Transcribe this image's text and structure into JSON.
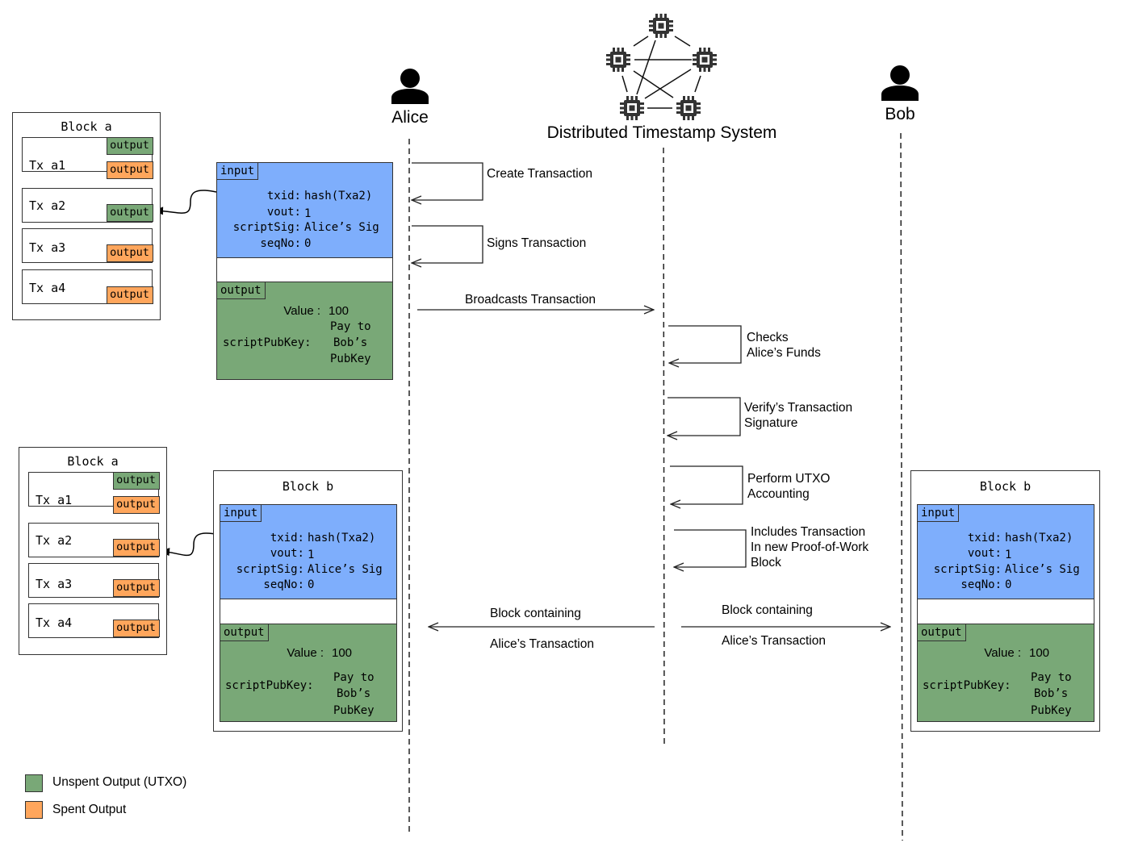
{
  "actors": {
    "alice": "Alice",
    "bob": "Bob",
    "system": "Distributed Timestamp System"
  },
  "icons": {
    "person": "person-icon",
    "node": "cpu-chip-icon"
  },
  "colors": {
    "input": "#7eaefc",
    "unspent": "#79a877",
    "spent": "#ffa65c",
    "line": "#333333"
  },
  "block_a_top": {
    "title": "Block a",
    "txs": [
      {
        "label": "Tx a1",
        "outputs": [
          {
            "label": "output",
            "status": "unspent"
          },
          {
            "label": "output",
            "status": "spent"
          }
        ]
      },
      {
        "label": "Tx a2",
        "outputs": [
          {
            "label": "output",
            "status": "unspent"
          }
        ]
      },
      {
        "label": "Tx a3",
        "outputs": [
          {
            "label": "output",
            "status": "spent"
          }
        ]
      },
      {
        "label": "Tx a4",
        "outputs": [
          {
            "label": "output",
            "status": "spent"
          }
        ]
      }
    ]
  },
  "block_a_bottom": {
    "title": "Block a",
    "txs": [
      {
        "label": "Tx a1",
        "outputs": [
          {
            "label": "output",
            "status": "unspent"
          },
          {
            "label": "output",
            "status": "spent"
          }
        ]
      },
      {
        "label": "Tx a2",
        "outputs": [
          {
            "label": "output",
            "status": "spent"
          }
        ]
      },
      {
        "label": "Tx a3",
        "outputs": [
          {
            "label": "output",
            "status": "spent"
          }
        ]
      },
      {
        "label": "Tx a4",
        "outputs": [
          {
            "label": "output",
            "status": "spent"
          }
        ]
      }
    ]
  },
  "transaction": {
    "input_tag": "input",
    "output_tag": "output",
    "input_fields": [
      {
        "key": "txid:",
        "value": "hash(Txa2)"
      },
      {
        "key": "vout:",
        "value": "1"
      },
      {
        "key": "scriptSig:",
        "value": "Alice’s Sig"
      },
      {
        "key": "seqNo:",
        "value": "0"
      }
    ],
    "value_key": "Value :",
    "value": "100",
    "script_key": "scriptPubKey:",
    "script_value_lines": [
      "Pay to",
      "Bob’s",
      "PubKey"
    ]
  },
  "block_b": {
    "title": "Block b"
  },
  "messages": {
    "create": "Create Transaction",
    "sign": "Signs Transaction",
    "broadcast": "Broadcasts Transaction",
    "checks_1": "Checks",
    "checks_2": "Alice’s Funds",
    "verify_1": "Verify’s Transaction",
    "verify_2": "Signature",
    "utxo_1": "Perform UTXO",
    "utxo_2": "Accounting",
    "include_1": "Includes Transaction",
    "include_2": "In new Proof-of-Work",
    "include_3": "Block",
    "block_left_1": "Block containing",
    "block_left_2": "Alice’s Transaction",
    "block_right_1": "Block containing",
    "block_right_2": "Alice’s Transaction"
  },
  "legend": {
    "items": [
      {
        "label": "Unspent Output (UTXO)",
        "status": "unspent"
      },
      {
        "label": "Spent Output",
        "status": "spent"
      }
    ]
  }
}
